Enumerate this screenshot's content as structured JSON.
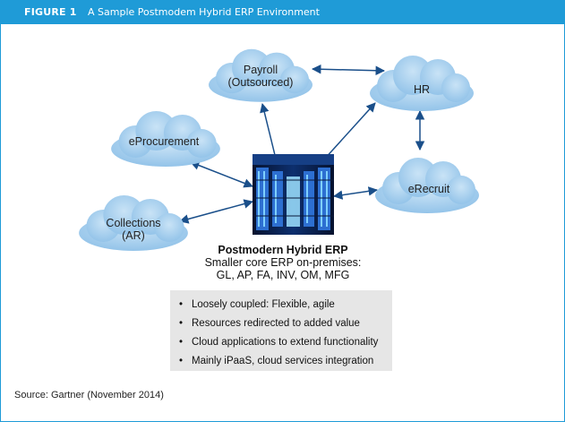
{
  "figure": {
    "number": "FIGURE 1",
    "title": "A Sample Postmodem Hybrid ERP Environment",
    "accent_color": "#1f9bd7"
  },
  "nodes": {
    "payroll": [
      "Payroll",
      "(Outsourced)"
    ],
    "hr": [
      "HR"
    ],
    "eprocurement": [
      "eProcurement"
    ],
    "erecruit": [
      "eRecruit"
    ],
    "collections": [
      "Collections",
      "(AR)"
    ]
  },
  "erp": {
    "title": "Postmodern Hybrid ERP",
    "line1": "Smaller core ERP on-premises:",
    "line2": "GL, AP, FA, INV, OM, MFG",
    "icon": "server-room-icon"
  },
  "bullets": [
    "Loosely coupled: Flexible, agile",
    "Resources redirected to added value",
    "Cloud applications to extend functionality",
    "Mainly iPaaS, cloud services integration"
  ],
  "source": "Source: Gartner (November 2014)"
}
